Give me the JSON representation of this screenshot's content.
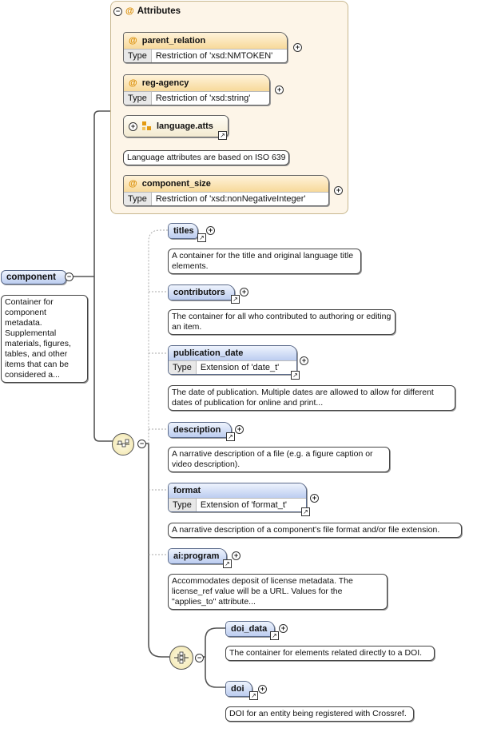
{
  "attributes": {
    "title": "Attributes",
    "items": [
      {
        "name": "parent_relation",
        "type_key": "Type",
        "type_value": "Restriction of 'xsd:NMTOKEN'"
      },
      {
        "name": "reg-agency",
        "type_key": "Type",
        "type_value": "Restriction of 'xsd:string'"
      },
      {
        "name": "component_size",
        "type_key": "Type",
        "type_value": "Restriction of 'xsd:nonNegativeInteger'"
      }
    ],
    "group": {
      "name": "language.atts",
      "doc": "Language attributes are based on ISO 639"
    }
  },
  "component": {
    "name": "component",
    "doc": "Container for component metadata. Supplemental materials, figures, tables, and other items that can be considered a..."
  },
  "children": [
    {
      "name": "titles",
      "doc": "A container for the title and original language title elements."
    },
    {
      "name": "contributors",
      "doc": "The container for all who contributed to authoring or editing an item."
    },
    {
      "name": "publication_date",
      "type_key": "Type",
      "type_value": "Extension of 'date_t'",
      "doc": "The date of publication. Multiple dates are allowed to allow for different dates of publication for online and print..."
    },
    {
      "name": "description",
      "doc": "A narrative description of a file (e.g. a figure caption or video description)."
    },
    {
      "name": "format",
      "type_key": "Type",
      "type_value": "Extension of 'format_t'",
      "doc": "A narrative description of a component's file format and/or file extension."
    },
    {
      "name": "ai:program",
      "doc": "Accommodates deposit of license metadata. The license_ref value will be a URL. Values for the \"applies_to\" attribute..."
    }
  ],
  "choice": [
    {
      "name": "doi_data",
      "doc": "The container for elements related directly to a DOI."
    },
    {
      "name": "doi",
      "doc": "DOI for an entity being registered with Crossref."
    }
  ],
  "icons": {
    "expand": "plus-icon",
    "collapse": "minus-icon",
    "reference": "arrow-ne-icon",
    "sequence": "sequence-compositor-icon",
    "choice": "choice-compositor-icon",
    "attribute": "at-sign-icon",
    "group": "attribute-group-icon"
  },
  "colors": {
    "attr_panel": "#fdf5e8",
    "attr_header": "#f7d99a",
    "element_header": "#bccdf0",
    "attr_marker": "#d98b00"
  }
}
